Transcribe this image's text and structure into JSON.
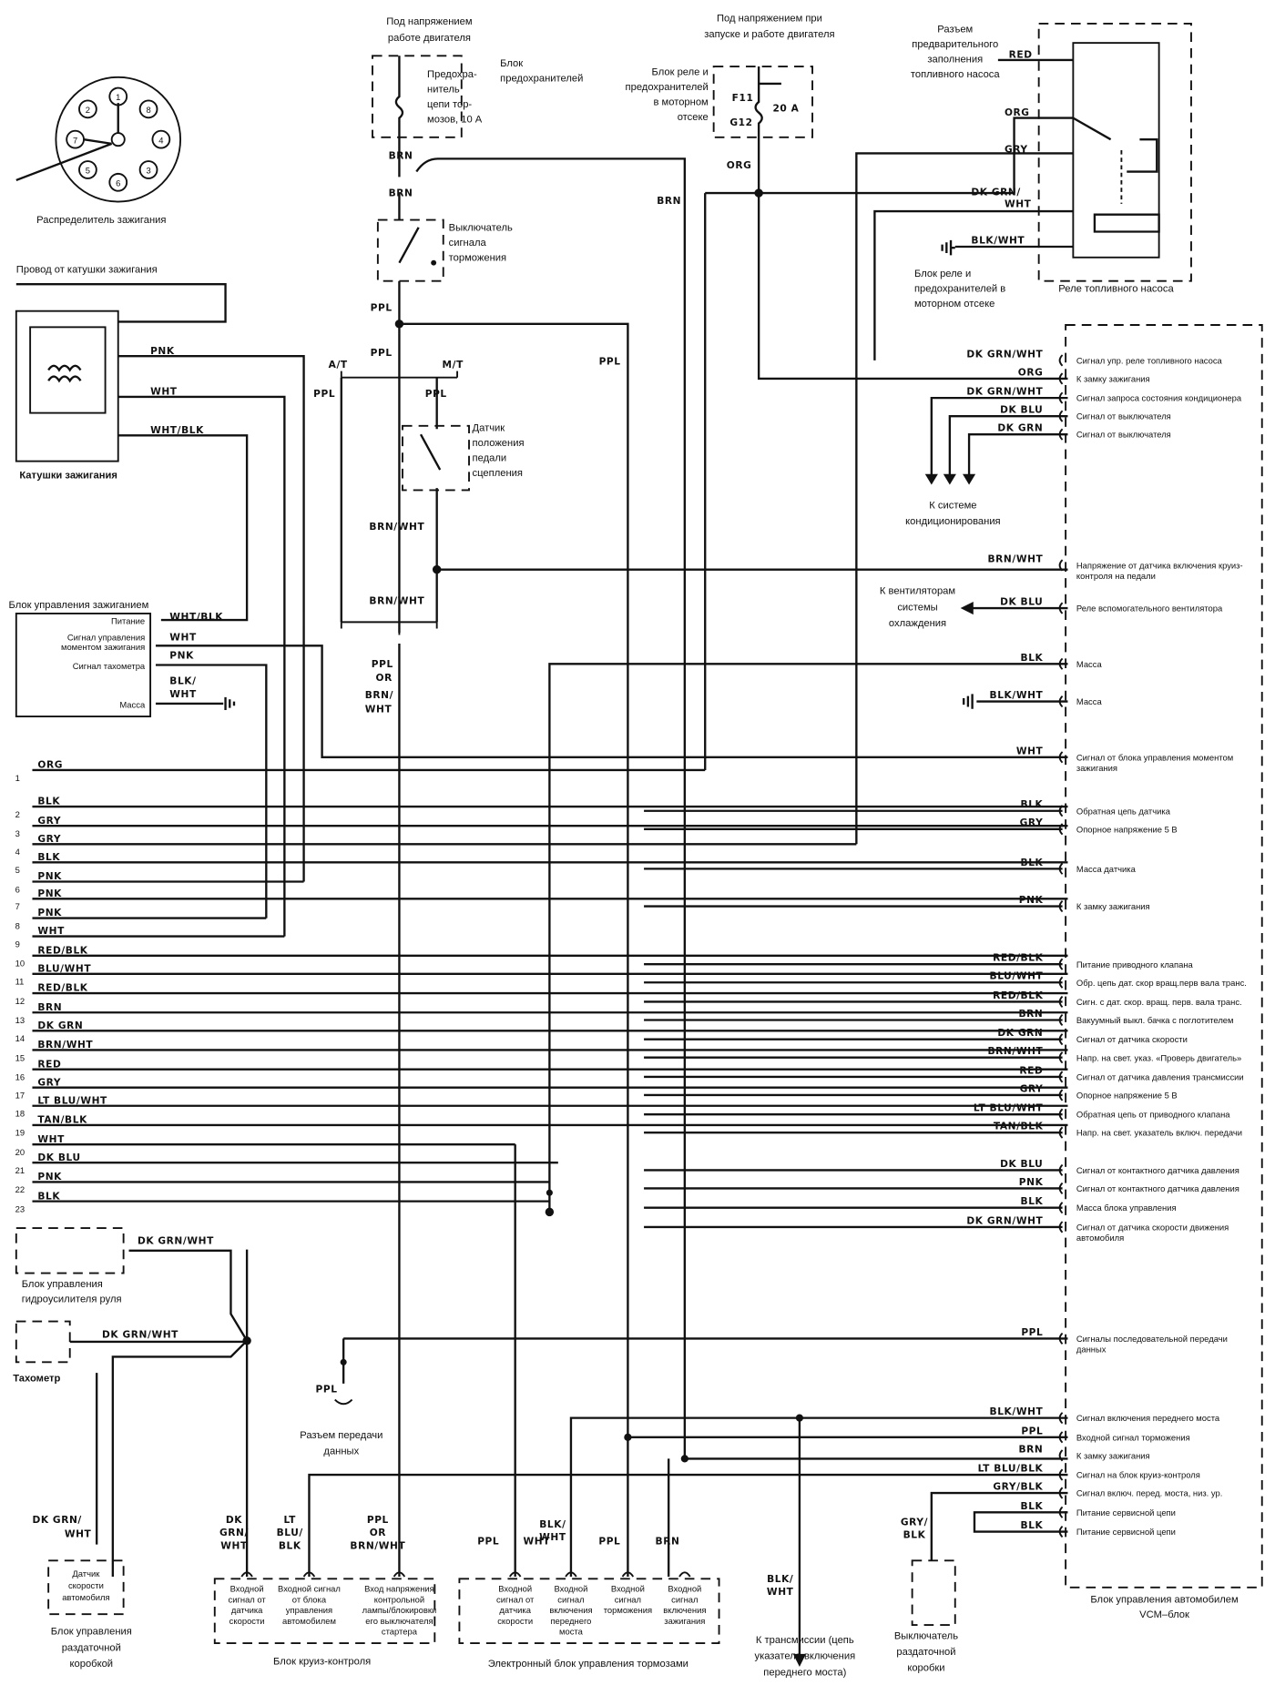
{
  "colors": {
    "ink": "#111111",
    "paper": "#ffffff"
  },
  "top": {
    "run_power": [
      "Под напряжением",
      "работе двигателя"
    ],
    "start_run_power": [
      "Под напряжением при",
      "запуске и работе двигателя"
    ],
    "fuse_block": [
      "Блок",
      "предохранителей"
    ],
    "brake_fuse": [
      "Предохра-",
      "нитель",
      "цепи тор-",
      "мозов, 10 А"
    ],
    "relay_block": [
      "Блок реле и",
      "предохранителей",
      "в моторном",
      "отсеке"
    ],
    "fuse_f11": "F11",
    "fuse_g12": "G12",
    "fuse_20a": "20 A",
    "brake_switch": [
      "Выключатель",
      "сигнала",
      "торможения"
    ],
    "clutch_sensor": [
      "Датчик",
      "положения",
      "педали",
      "сцепления"
    ],
    "at": "A/T",
    "mt": "M/T"
  },
  "distributor": {
    "label": "Распределитель зажигания",
    "pins": [
      "1",
      "2",
      "3",
      "4",
      "5",
      "6",
      "7",
      "8"
    ],
    "coil_wire": "Провод от катушки зажигания"
  },
  "coil": {
    "label": "Катушки зажигания"
  },
  "ignition_module": {
    "label": "Блок управления зажиганием",
    "pins": [
      "Питание",
      "Сигнал управления",
      "моментом зажигания",
      "Сигнал тахометра",
      "Масса"
    ]
  },
  "fuel_pump": {
    "prime_connector": [
      "Разъем",
      "предварительного",
      "заполнения",
      "топливного насоса"
    ],
    "relay_block": [
      "Блок реле и",
      "предохранителей в",
      "моторном отсеке"
    ],
    "relay_label": "Реле топливного насоса"
  },
  "ac": {
    "label": [
      "К системе",
      "кондиционирования"
    ]
  },
  "fans": {
    "label": [
      "К вентиляторам",
      "системы",
      "охлаждения"
    ]
  },
  "wire_labels": {
    "brn1": "BRN",
    "brn2": "BRN",
    "brn3": "BRN",
    "ppl1": "PPL",
    "ppl2": "PPL",
    "ppl_at": "PPL",
    "ppl_mt": "PPL",
    "ppl_mid": "PPL",
    "brn_wht1": "BRN/WHT",
    "brn_wht2": "BRN/WHT",
    "ppl_or": [
      "PPL",
      "OR",
      "BRN/",
      "WHT"
    ],
    "org": "ORG",
    "coil_pnk": "PNK",
    "coil_wht": "WHT",
    "coil_wht_blk": "WHT/BLK",
    "ign_wht_blk": "WHT/BLK",
    "ign_wht": "WHT",
    "ign_pnk": "PNK",
    "ign_blk_wht": [
      "BLK/",
      "WHT"
    ],
    "relay_red": "RED",
    "relay_org": "ORG",
    "relay_gry": "GRY",
    "relay_dkgrnwht": [
      "DK GRN/",
      "WHT"
    ],
    "relay_blkwht": "BLK/WHT",
    "ps_dkgrnwht": "DK GRN/WHT",
    "speedo_dkgrnwht": "DK GRN/WHT",
    "dlc_ppl": "PPL",
    "tc_dkgrnwht": [
      "DK GRN/",
      "WHT"
    ],
    "cc_dkgrnwht": [
      "DK",
      "GRN/",
      "WHT"
    ],
    "cc_ltblublk": [
      "LT",
      "BLU/",
      "BLK"
    ],
    "cc_ppl_or": [
      "PPL",
      "OR",
      "BRN/WHT"
    ],
    "ebcm_ppl": "PPL",
    "ebcm_wht": "WHT",
    "ebcm_blkwht": [
      "BLK/",
      "WHT"
    ],
    "ebcm_ppl2": "PPL",
    "ebcm_brn": "BRN",
    "trans_blkwht": [
      "BLK/",
      "WHT"
    ],
    "tcsw_gryblk": [
      "GRY/",
      "BLK"
    ]
  },
  "left_pins": [
    {
      "num": "1",
      "color": "ORG"
    },
    {
      "num": "2",
      "color": "BLK"
    },
    {
      "num": "3",
      "color": "GRY"
    },
    {
      "num": "4",
      "color": "GRY"
    },
    {
      "num": "5",
      "color": "BLK"
    },
    {
      "num": "6",
      "color": "PNK"
    },
    {
      "num": "7",
      "color": "PNK"
    },
    {
      "num": "8",
      "color": "PNK"
    },
    {
      "num": "9",
      "color": "WHT"
    },
    {
      "num": "10",
      "color": "RED/BLK"
    },
    {
      "num": "11",
      "color": "BLU/WHT"
    },
    {
      "num": "12",
      "color": "RED/BLK"
    },
    {
      "num": "13",
      "color": "BRN"
    },
    {
      "num": "14",
      "color": "DK GRN"
    },
    {
      "num": "15",
      "color": "BRN/WHT"
    },
    {
      "num": "16",
      "color": "RED"
    },
    {
      "num": "17",
      "color": "GRY"
    },
    {
      "num": "18",
      "color": "LT BLU/WHT"
    },
    {
      "num": "19",
      "color": "TAN/BLK"
    },
    {
      "num": "20",
      "color": "WHT"
    },
    {
      "num": "21",
      "color": "DK BLU"
    },
    {
      "num": "22",
      "color": "PNK"
    },
    {
      "num": "23",
      "color": "BLK"
    }
  ],
  "vcm": {
    "label": [
      "Блок управления автомобилем",
      "VCM–блок"
    ],
    "pins": [
      {
        "color": "DK GRN/WHT",
        "label": "Сигнал упр. реле топливного насоса"
      },
      {
        "color": "ORG",
        "label": "К замку зажигания"
      },
      {
        "color": "DK GRN/WHT",
        "label": "Сигнал запроса состояния кондиционера"
      },
      {
        "color": "DK BLU",
        "label": "Сигнал от выключателя"
      },
      {
        "color": "DK GRN",
        "label": "Сигнал от выключателя"
      },
      {
        "color": "BRN/WHT",
        "label": "Напряжение от датчика включения круиз-",
        "label2": "контроля на педали"
      },
      {
        "color": "DK BLU",
        "label": "Реле вспомогательного вентилятора"
      },
      {
        "color": "BLK",
        "label": "Масса"
      },
      {
        "color": "BLK/WHT",
        "label": "Масса"
      },
      {
        "color": "WHT",
        "label": "Сигнал от блока управления моментом",
        "label2": "зажигания"
      },
      {
        "color": "BLK",
        "label": "Обратная цепь датчика"
      },
      {
        "color": "GRY",
        "label": "Опорное напряжение 5 В"
      },
      {
        "color": "BLK",
        "label": "Масса датчика"
      },
      {
        "color": "PNK",
        "label": "К замку зажигания"
      },
      {
        "color": "RED/BLK",
        "label": "Питание приводного клапана"
      },
      {
        "color": "BLU/WHT",
        "label": "Обр. цепь дат. скор вращ.перв вала транс."
      },
      {
        "color": "RED/BLK",
        "label": "Сигн. с дат. скор. вращ. перв. вала транс."
      },
      {
        "color": "BRN",
        "label": "Вакуумный выкл. бачка с поглотителем"
      },
      {
        "color": "DK GRN",
        "label": "Сигнал от датчика скорости"
      },
      {
        "color": "BRN/WHT",
        "label": "Напр. на свет. указ. «Проверь двигатель»"
      },
      {
        "color": "RED",
        "label": "Сигнал от датчика давления трансмиссии"
      },
      {
        "color": "GRY",
        "label": "Опорное напряжение 5 В"
      },
      {
        "color": "LT BLU/WHT",
        "label": "Обратная цепь от приводного клапана"
      },
      {
        "color": "TAN/BLK",
        "label": "Напр. на свет. указатель включ. передачи"
      },
      {
        "color": "DK BLU",
        "label": "Сигнал от контактного датчика давления"
      },
      {
        "color": "PNK",
        "label": "Сигнал от контактного датчика давления"
      },
      {
        "color": "BLK",
        "label": "Масса блока управления"
      },
      {
        "color": "DK GRN/WHT",
        "label": "Сигнал от датчика скорости движения",
        "label2": "автомобиля"
      },
      {
        "color": "PPL",
        "label": "Сигналы последовательной передачи",
        "label2": "данных"
      },
      {
        "color": "BLK/WHT",
        "label": "Сигнал включения переднего моста"
      },
      {
        "color": "PPL",
        "label": "Входной сигнал торможения"
      },
      {
        "color": "BRN",
        "label": "К замку зажигания"
      },
      {
        "color": "LT BLU/BLK",
        "label": "Сигнал на блок круиз-контроля"
      },
      {
        "color": "GRY/BLK",
        "label": "Сигнал включ. перед. моста, низ. ур."
      },
      {
        "color": "BLK",
        "label": "Питание сервисной цепи"
      },
      {
        "color": "BLK",
        "label": "Питание сервисной цепи"
      }
    ]
  },
  "bottom": {
    "ps_module": [
      "Блок управления",
      "гидроусилителя руля"
    ],
    "speedo": "Тахометр",
    "dlc": [
      "Разъем передачи",
      "данных"
    ],
    "vss": [
      "Датчик",
      "скорости",
      "автомобиля"
    ],
    "tc_module": [
      "Блок управления",
      "раздаточной",
      "коробкой"
    ],
    "cruise_inputs": [
      [
        "Входной",
        "сигнал от",
        "датчика",
        "скорости"
      ],
      [
        "Входной сигнал",
        "от блока",
        "управления",
        "автомобилем"
      ],
      [
        "Вход напряжения",
        "контрольной",
        "лампы/блокировки",
        "его выключателя",
        "стартера"
      ]
    ],
    "cruise_label": "Блок круиз-контроля",
    "ebcm_inputs": [
      [
        "Входной",
        "сигнал от",
        "датчика",
        "скорости"
      ],
      [
        "Входной",
        "сигнал",
        "включения",
        "переднего",
        "моста"
      ],
      [
        "Входной",
        "сигнал",
        "торможения"
      ],
      [
        "Входной",
        "сигнал",
        "включения",
        "зажигания"
      ]
    ],
    "ebcm_label": "Электронный блок управления тормозами",
    "trans": [
      "К трансмиссии (цепь",
      "указателя включения",
      "переднего моста)"
    ],
    "tc_switch": [
      "Выключатель",
      "раздаточной",
      "коробки"
    ]
  }
}
